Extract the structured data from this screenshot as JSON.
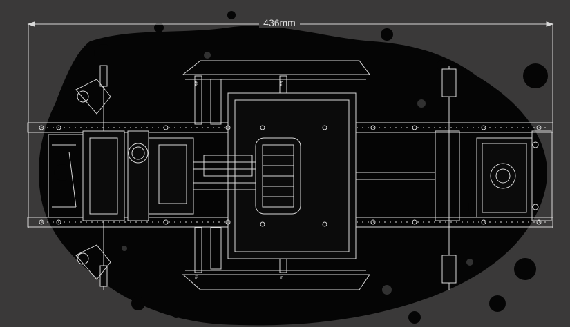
{
  "dimension": {
    "label": "436mm"
  },
  "colors": {
    "background": "#3a3939",
    "splatter": "#050505",
    "line": "#d8d8d8",
    "component_fill": "#0b0b0b"
  },
  "markings": {
    "rear_right": "RR",
    "front_right": "FR",
    "rear_left": "RL",
    "front_left": "FL"
  }
}
